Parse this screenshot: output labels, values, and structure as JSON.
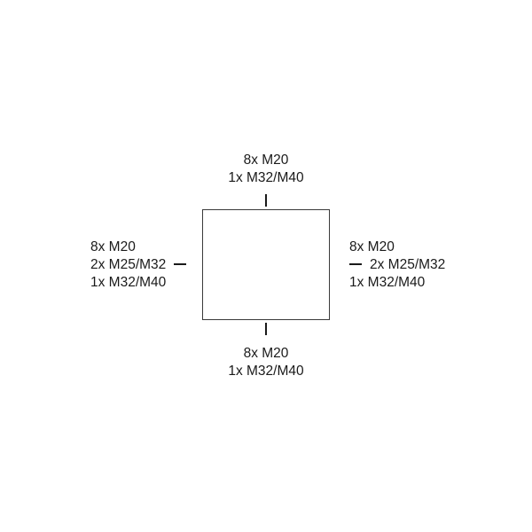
{
  "diagram": {
    "type": "enclosure-cable-entry-layout",
    "background_color": "#ffffff",
    "line_color": "#1a1a1a",
    "box_border_color": "#3a3a3a",
    "text_color": "#1a1a1a",
    "enclosure": {
      "label": "enclosure-outline"
    },
    "labels": {
      "top": {
        "lines": [
          "8x M20",
          "1x M32/M40"
        ]
      },
      "bottom": {
        "lines": [
          "8x M20",
          "1x M32/M40"
        ]
      },
      "left": {
        "lines": [
          "8x M20",
          "2x M25/M32",
          "1x M32/M40"
        ]
      },
      "right": {
        "lines": [
          "8x M20",
          "2x M25/M32",
          "1x M32/M40"
        ]
      }
    }
  }
}
